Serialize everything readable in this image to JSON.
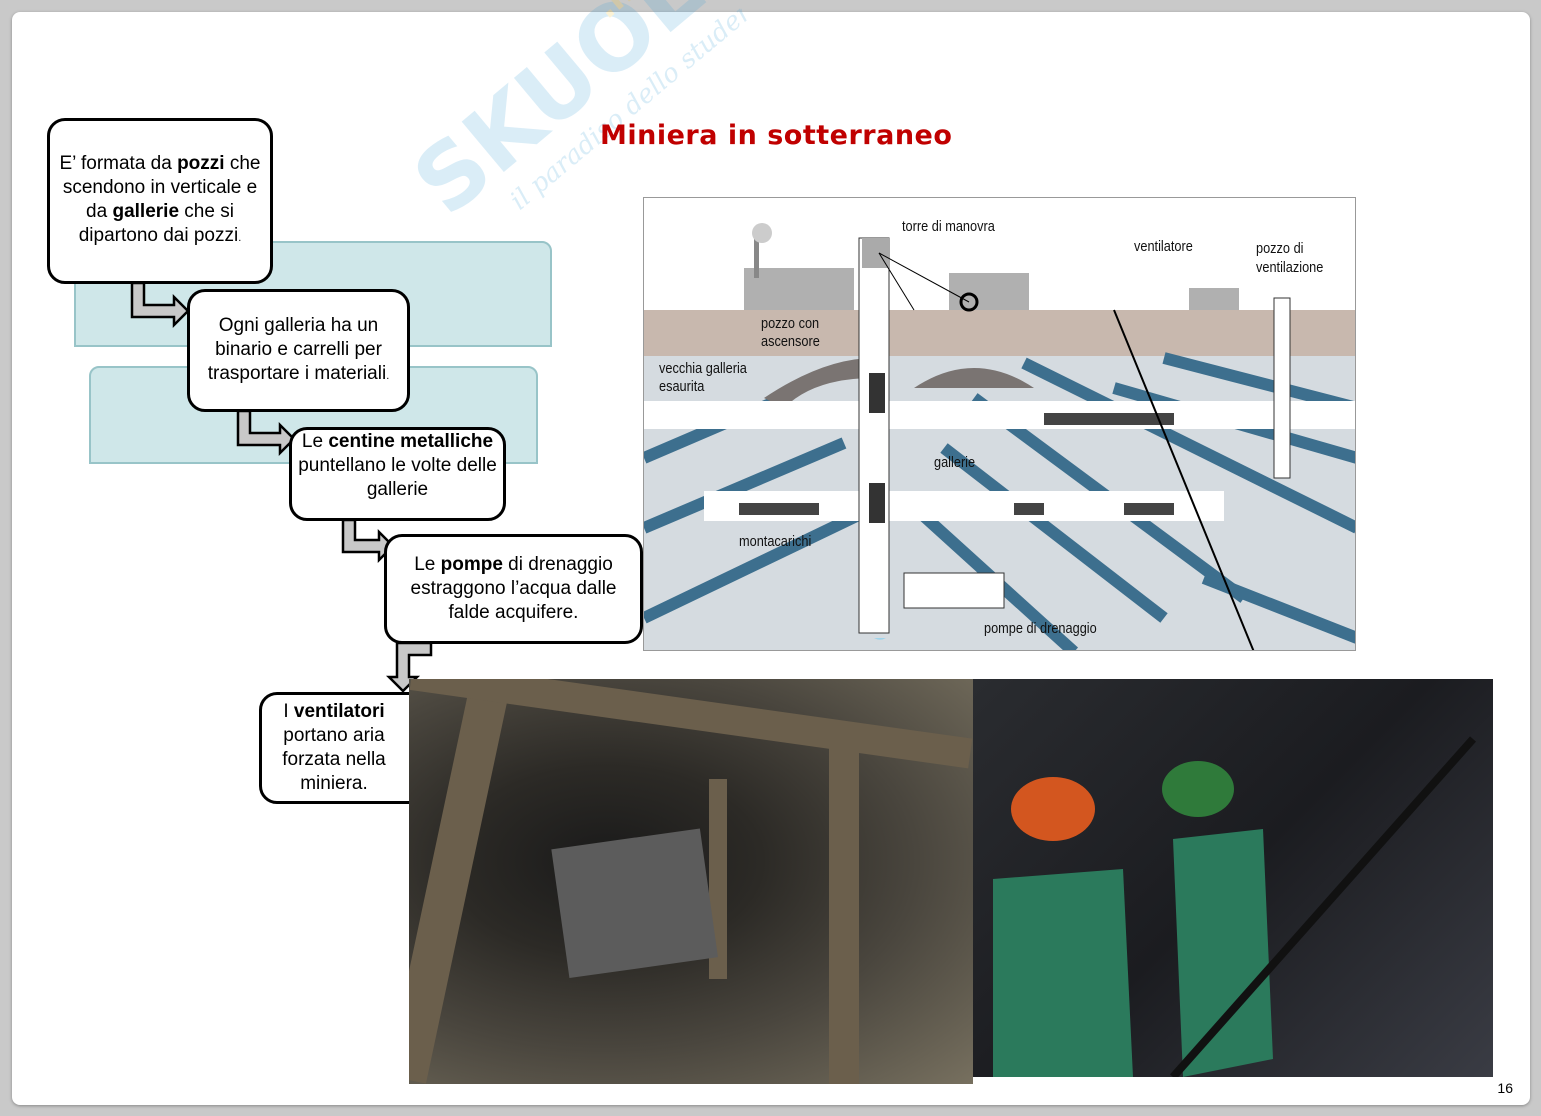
{
  "slide": {
    "title": "Miniera in sotterraneo",
    "page_number": "16",
    "watermark": {
      "brand": "SKUOLA.net",
      "tagline": "il paradiso dello studente"
    }
  },
  "steps": [
    {
      "parts": [
        "E’ formata da ",
        "pozzi",
        " che scendono in verticale e da ",
        "gallerie",
        " che si dipartono dai pozzi",
        "."
      ]
    },
    {
      "parts": [
        "Ogni galleria ha un binario e carrelli per trasportare i materiali",
        "."
      ]
    },
    {
      "parts": [
        "Le ",
        "centine metalliche",
        " puntellano le volte delle gallerie"
      ]
    },
    {
      "parts": [
        "Le ",
        "pompe",
        " di drenaggio estraggono l’acqua dalle falde acquifere."
      ]
    },
    {
      "parts": [
        "I ",
        "ventilatori",
        " portano aria forzata nella miniera."
      ]
    }
  ],
  "diagram": {
    "labels": {
      "torre": "torre di manovra",
      "ventilatore": "ventilatore",
      "pozzo_vent_1": "pozzo di",
      "pozzo_vent_2": "ventilazione",
      "pozzo_asc_1": "pozzo con",
      "pozzo_asc_2": "ascensore",
      "vecchia_1": "vecchia galleria",
      "vecchia_2": "esaurita",
      "gallerie": "gallerie",
      "montacarichi": "montacarichi",
      "pompe": "pompe di drenaggio"
    }
  },
  "colors": {
    "title": "#c00000",
    "band": "#cfe7e9",
    "stripe": "#3d6f8e",
    "ground": "#c8b8ae",
    "rock": "#d5dbe0"
  }
}
